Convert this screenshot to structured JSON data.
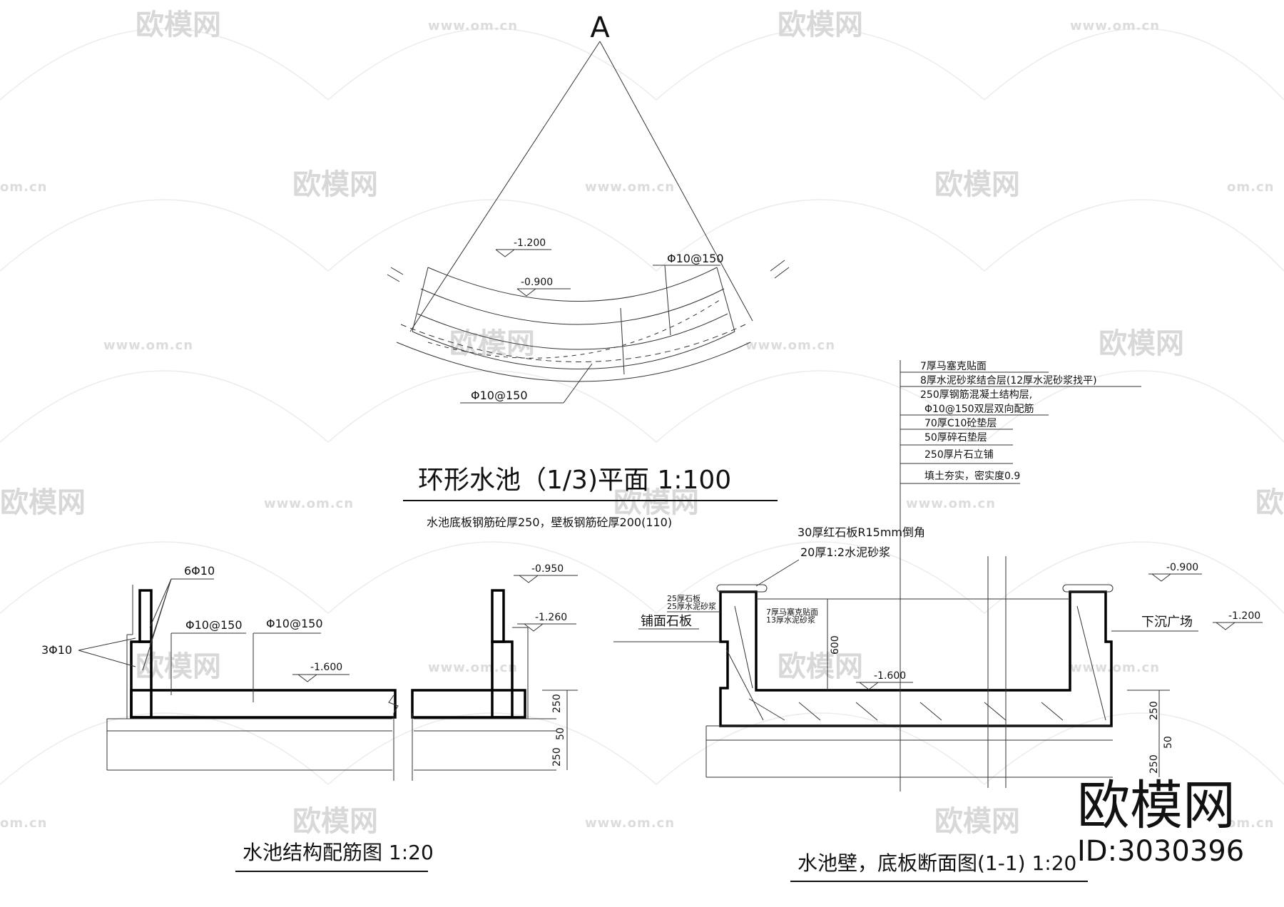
{
  "watermark": {
    "brand": "欧模网",
    "url": "www.om.cn",
    "url_short": "om.cn",
    "id_text": "ID:3030396"
  },
  "plan": {
    "section_mark": "A",
    "level_1": "-1.200",
    "level_2": "-0.900",
    "rebar_top": "Φ10@150",
    "rebar_bottom": "Φ10@150",
    "title": "环形水池（1/3)平面 1:100",
    "note": "水池底板钢筋砼厚250，壁板钢筋砼厚200(110)"
  },
  "detail_left": {
    "title": "水池结构配筋图 1:20",
    "rebar_group_top": "6Φ10",
    "rebar_group_left": "3Φ10",
    "rebar_a": "Φ10@150",
    "rebar_b": "Φ10@150",
    "level_a": "-0.950",
    "level_b": "-1.260",
    "level_c": "-1.600",
    "dim_slab": "250",
    "dim_pad": "50",
    "dim_base": "250"
  },
  "detail_right": {
    "title": "水池壁，底板断面图(1-1) 1:20",
    "layers": [
      "7厚马塞克贴面",
      "8厚水泥砂浆结合层(12厚水泥砂浆找平)",
      "250厚钢筋混凝土结构层,",
      "Φ10@150双层双向配筋",
      "70厚C10砼垫层",
      "50厚碎石垫层",
      "250厚片石立铺",
      "填土夯实，密实度0.9"
    ],
    "coping_1": "30厚红石板R15mm倒角",
    "coping_2": "20厚1:2水泥砂浆",
    "paving_layer_1": "25厚石板",
    "paving_layer_2": "25厚水泥砂浆",
    "paving_label": "铺面石板",
    "wall_finish_1": "7厚马塞克贴面",
    "wall_finish_2": "13厚水泥砂浆",
    "plaza_label": "下沉广场",
    "level_a": "-0.900",
    "level_b": "-1.200",
    "level_c": "-1.600",
    "dim_wall": "600",
    "dim_slab": "250",
    "dim_pad": "50",
    "dim_base": "250"
  }
}
